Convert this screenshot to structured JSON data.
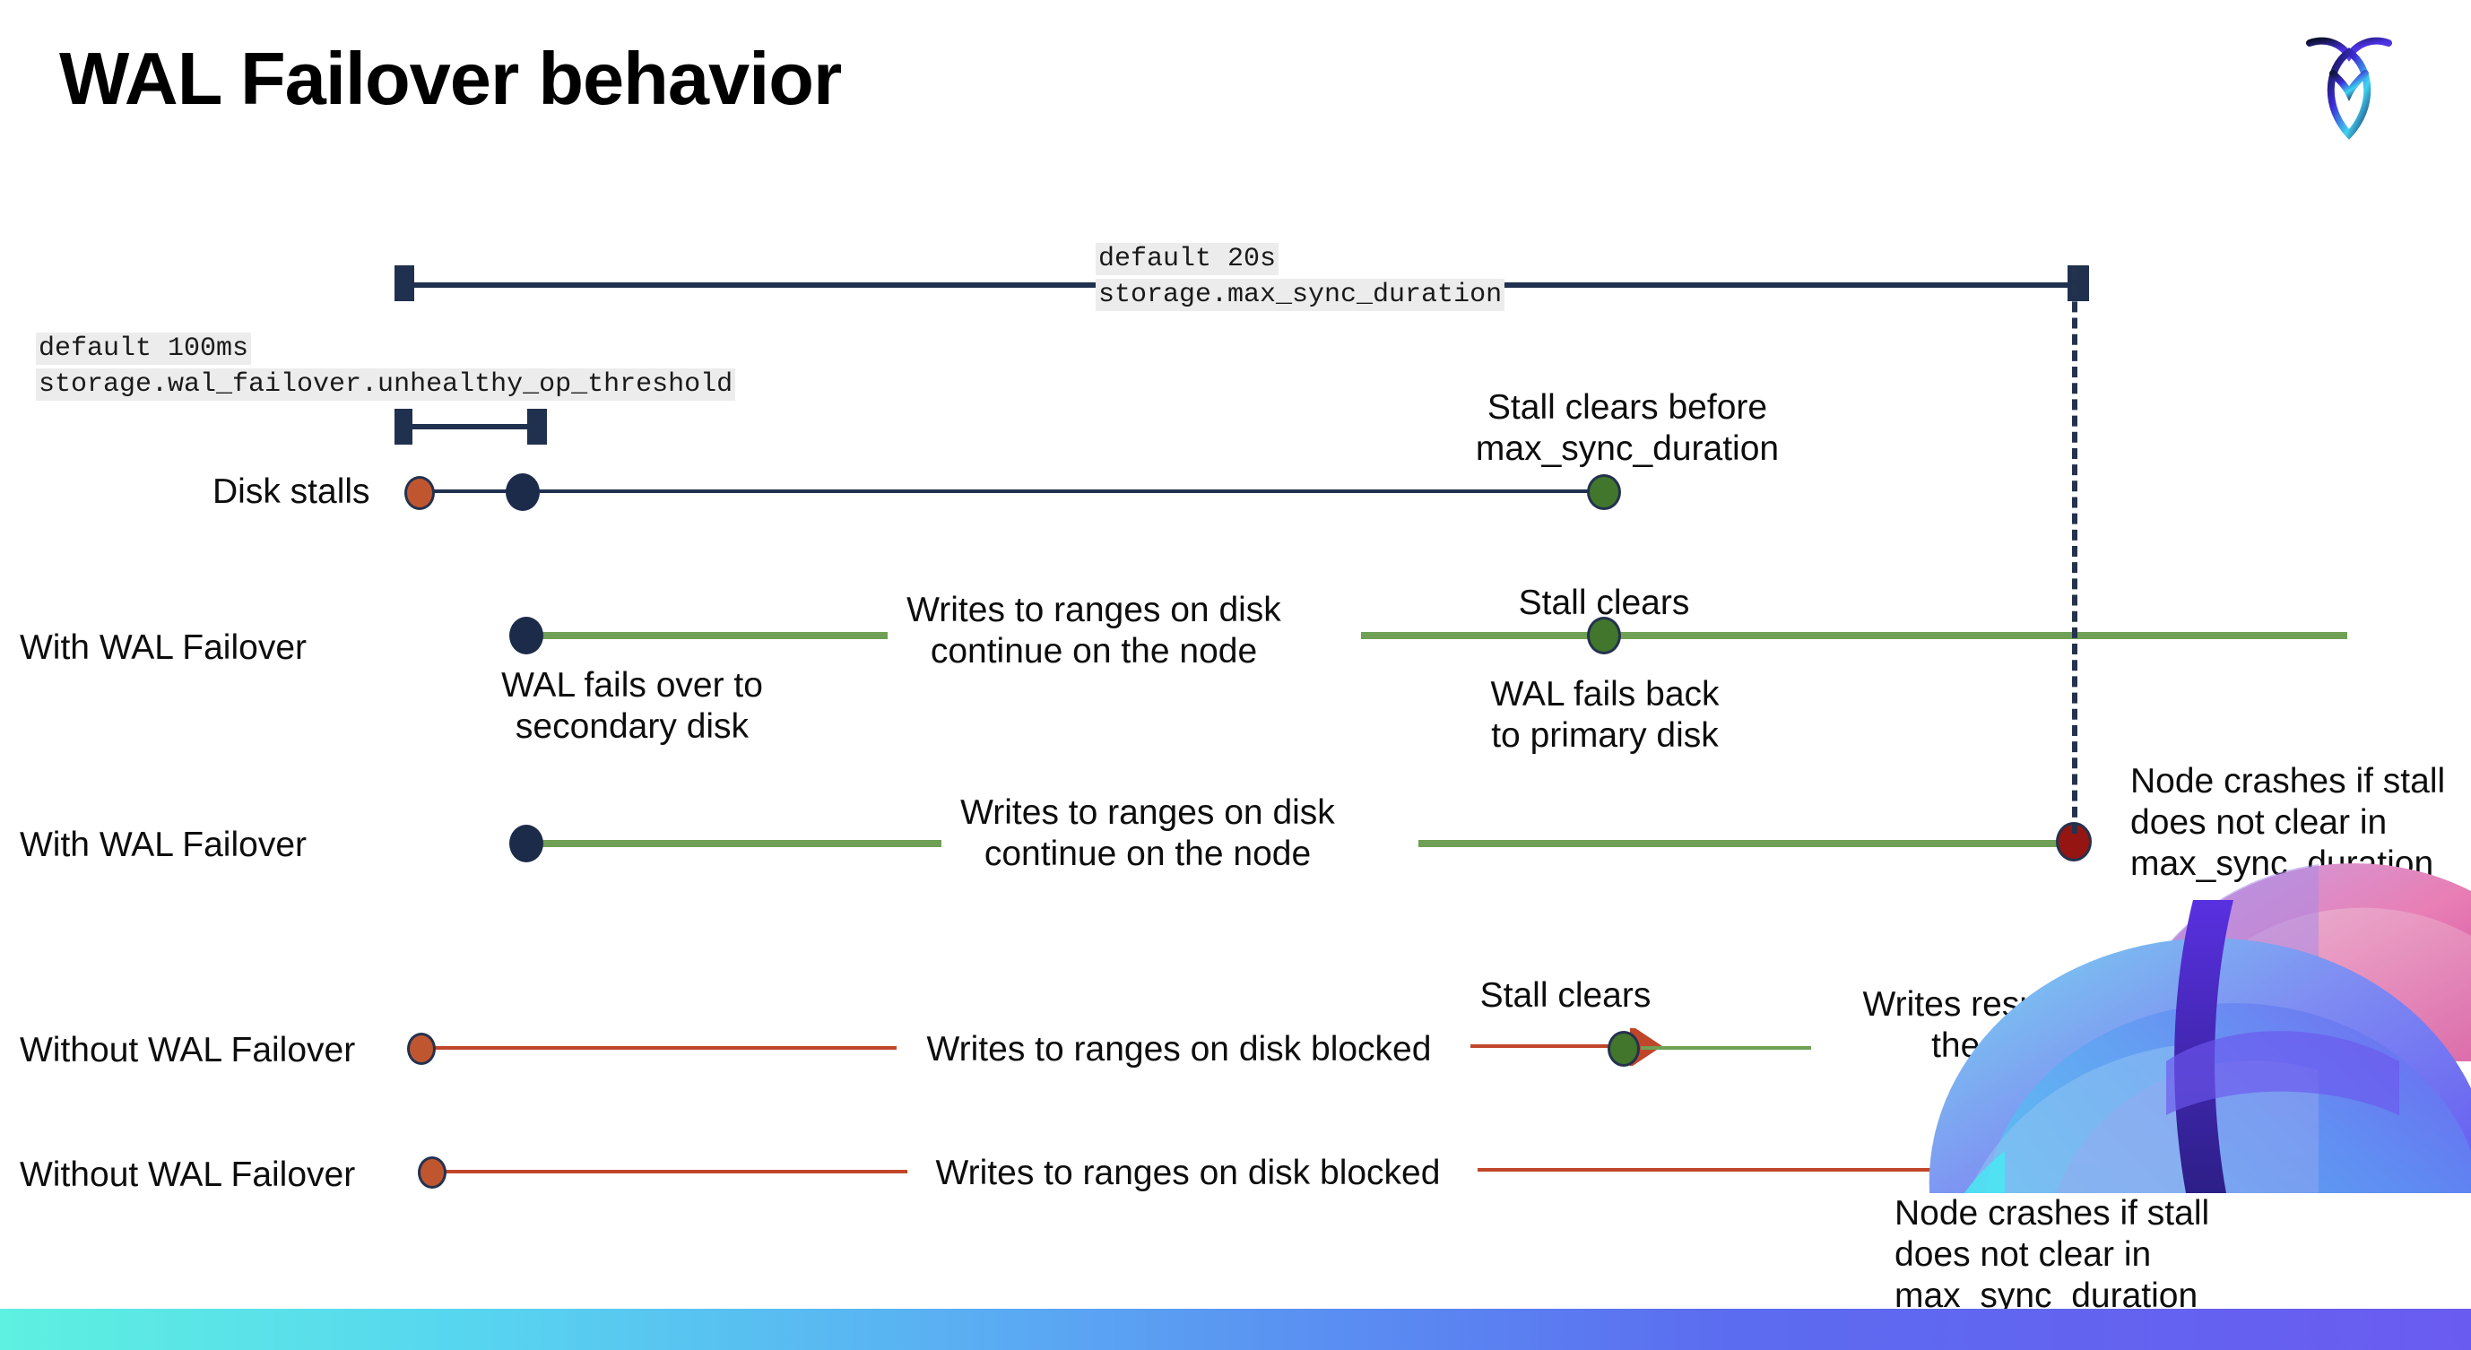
{
  "slide": {
    "title": "WAL Failover behavior",
    "logo_name": "cockroachdb-logo"
  },
  "settings": [
    {
      "id": "max-sync-duration",
      "default_line": "default 20s",
      "setting_line": "storage.max_sync_duration"
    },
    {
      "id": "unhealthy-op-threshold",
      "default_line": "default 100ms",
      "setting_line": "storage.wal_failover.unhealthy_op_threshold"
    }
  ],
  "rows": [
    {
      "id": "disk-stalls",
      "label": "Disk stalls",
      "annotation": "Stall clears before\nmax_sync_duration"
    },
    {
      "id": "with-wal-failover-clears",
      "label": "With WAL Failover",
      "start_note": "WAL fails over to\nsecondary disk",
      "mid_note": "Writes to ranges on disk\ncontinue on the node",
      "event_note": "Stall clears",
      "after_note": "WAL fails  back\nto primary disk"
    },
    {
      "id": "with-wal-failover-crash",
      "label": "With WAL Failover",
      "mid_note": "Writes to ranges on disk\ncontinue on the node",
      "crash_note": "Node crashes if stall\ndoes not clear in\nmax_sync_duration"
    },
    {
      "id": "without-wal-failover-clears",
      "label": "Without WAL Failover",
      "mid_note": "Writes to ranges on disk  blocked",
      "event_note": "Stall clears",
      "after_note": "Writes resume on\nthe node"
    },
    {
      "id": "without-wal-failover-crash",
      "label": "Without WAL Failover",
      "mid_note": "Writes to ranges on disk  blocked",
      "crash_note": "Node crashes if stall\ndoes not clear in\nmax_sync_duration"
    }
  ],
  "colors": {
    "navy": "#20304f",
    "green": "#6fa055",
    "red": "#c0462a",
    "dot_orange": "#c0562f",
    "dot_green": "#41762c",
    "dot_darkred": "#951512",
    "chip_bg": "#ececec"
  }
}
